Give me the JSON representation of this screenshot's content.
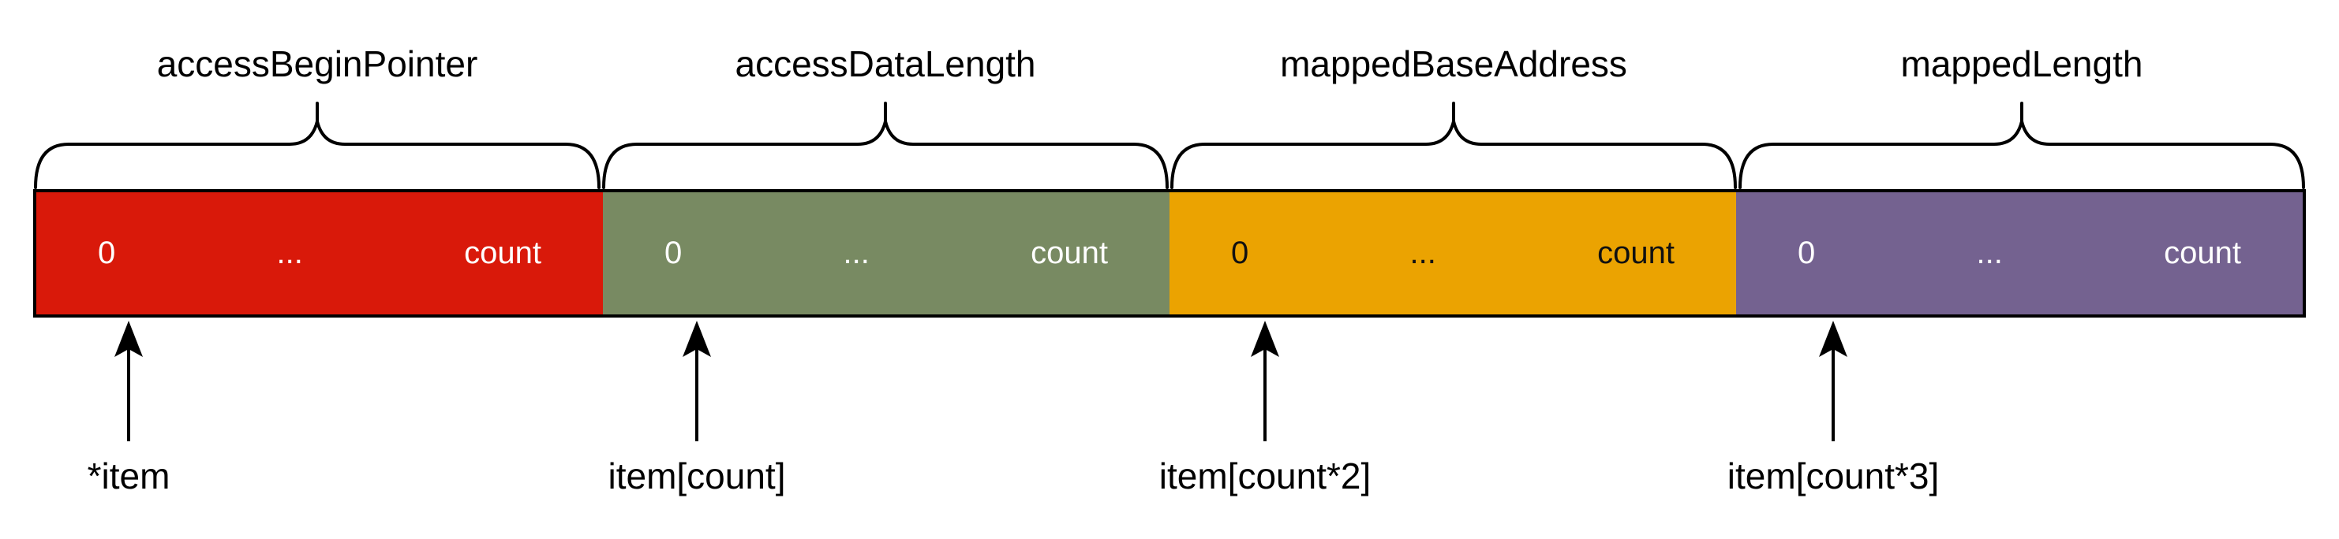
{
  "diagram": {
    "description_labels": {
      "cell_start": "0",
      "cell_mid": "...",
      "cell_end": "count"
    },
    "line_color": "#000000",
    "background": "#ffffff"
  },
  "sections": [
    {
      "label": "accessBeginPointer",
      "pointer_label": "*item",
      "cell_start": "0",
      "cell_mid": "...",
      "cell_end": "count",
      "color": "#d9190a",
      "text_color": "#ffffff"
    },
    {
      "label": "accessDataLength",
      "pointer_label": "item[count]",
      "cell_start": "0",
      "cell_mid": "...",
      "cell_end": "count",
      "color": "#788a62",
      "text_color": "#ffffff"
    },
    {
      "label": "mappedBaseAddress",
      "pointer_label": "item[count*2]",
      "cell_start": "0",
      "cell_mid": "...",
      "cell_end": "count",
      "color": "#eba301",
      "text_color": "#111111"
    },
    {
      "label": "mappedLength",
      "pointer_label": "item[count*3]",
      "cell_start": "0",
      "cell_mid": "...",
      "cell_end": "count",
      "color": "#746290",
      "text_color": "#ffffff"
    }
  ]
}
